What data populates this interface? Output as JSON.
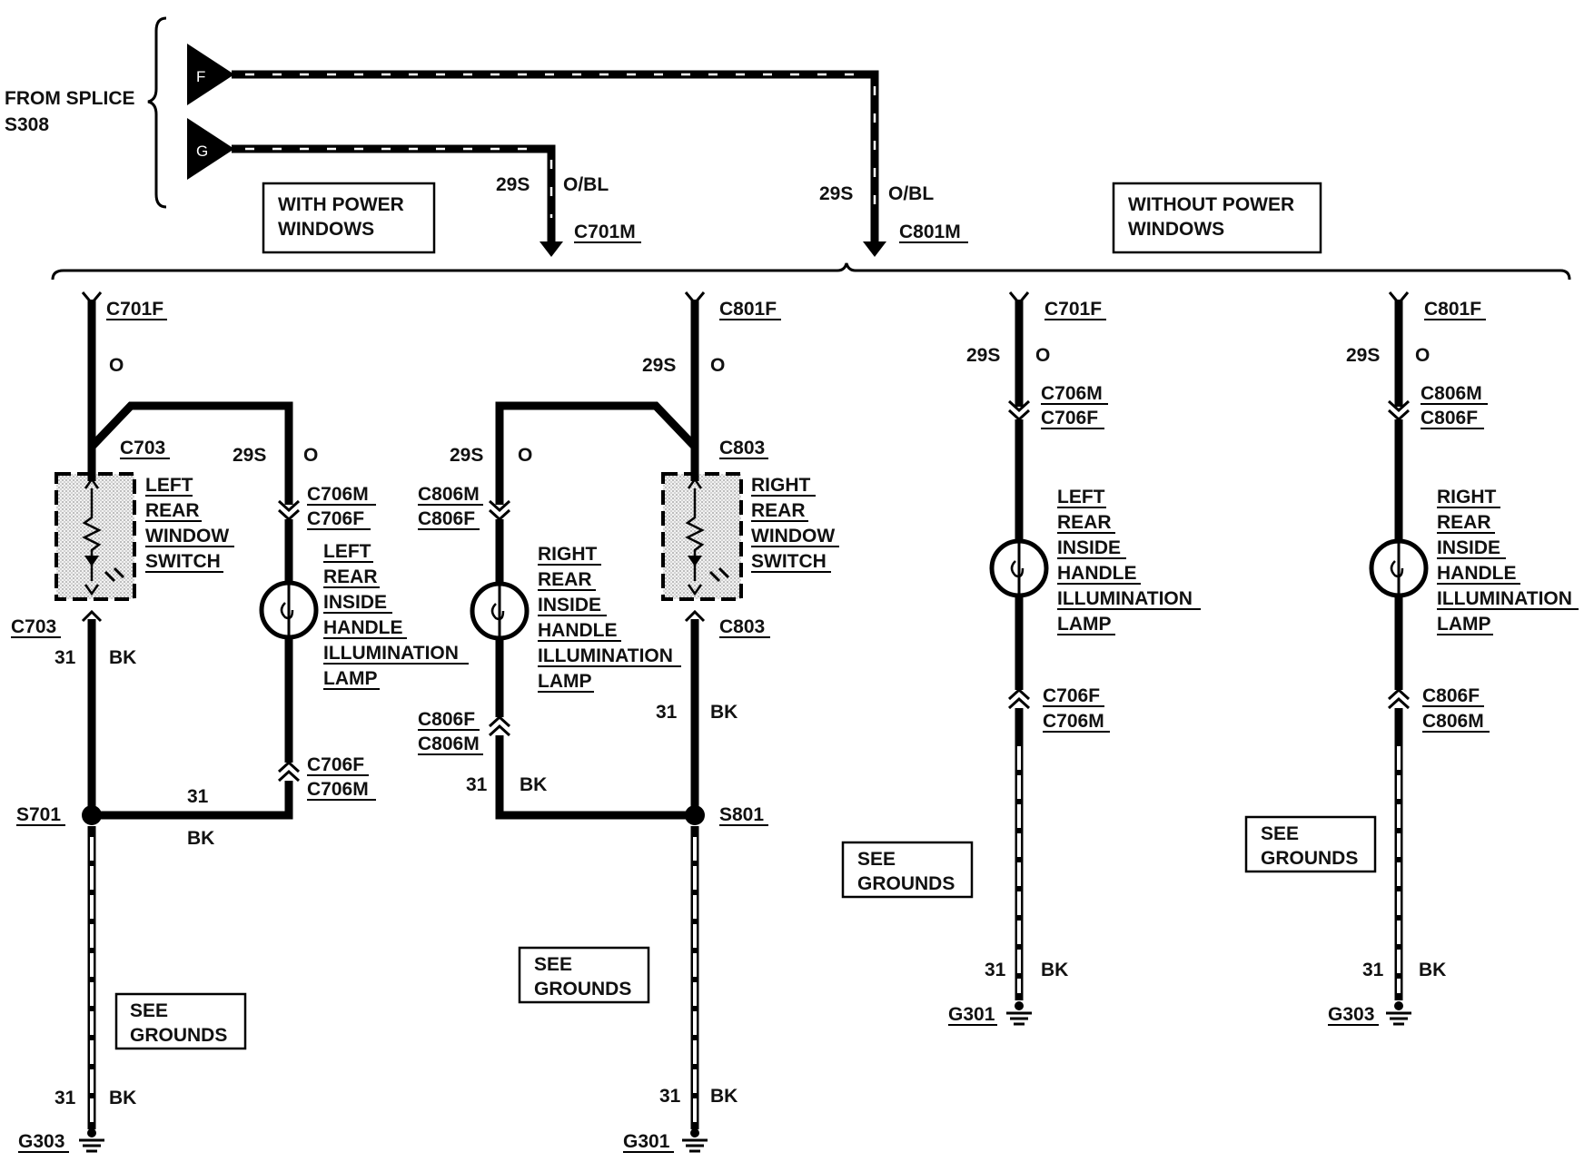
{
  "splice": {
    "line1": "FROM SPLICE",
    "line2": "S308",
    "pin_f": "F",
    "pin_g": "G"
  },
  "groups": {
    "with_power": [
      "WITH POWER",
      "WINDOWS"
    ],
    "without_power": [
      "WITHOUT POWER",
      "WINDOWS"
    ]
  },
  "feeds": {
    "g": {
      "circuit": "29S",
      "color": "O/BL",
      "connector": "C701M"
    },
    "f": {
      "circuit": "29S",
      "color": "O/BL",
      "connector": "C801M"
    }
  },
  "col1": {
    "top_connector": "C701F",
    "top_color": "O",
    "switch_connector": "C703",
    "switch_label": [
      "LEFT",
      "REAR",
      "WINDOW",
      "SWITCH"
    ],
    "branch_circuit": "29S",
    "branch_color": "O",
    "lamp_conn_top": [
      "C706M",
      "C706F"
    ],
    "lamp_label": [
      "LEFT",
      "REAR",
      "INSIDE",
      "HANDLE",
      "ILLUMINATION",
      "LAMP"
    ],
    "lamp_conn_bottom": [
      "C706F",
      "C706M"
    ],
    "switch_out_connector": "C703",
    "out_circuit": "31",
    "out_color": "BK",
    "link_circuit": "31",
    "link_color": "BK",
    "splice": "S701",
    "see_grounds": [
      "SEE",
      "GROUNDS"
    ],
    "ground_circuit": "31",
    "ground_color": "BK",
    "ground": "G303"
  },
  "col2": {
    "top_connector": "C801F",
    "top_circuit": "29S",
    "top_color": "O",
    "switch_connector": "C803",
    "switch_label": [
      "RIGHT",
      "REAR",
      "WINDOW",
      "SWITCH"
    ],
    "branch_circuit": "29S",
    "branch_color": "O",
    "lamp_conn_top": [
      "C806M",
      "C806F"
    ],
    "lamp_label": [
      "RIGHT",
      "REAR",
      "INSIDE",
      "HANDLE",
      "ILLUMINATION",
      "LAMP"
    ],
    "lamp_conn_bottom": [
      "C806F",
      "C806M"
    ],
    "switch_out_connector": "C803",
    "out_circuit": "31",
    "out_color": "BK",
    "link_circuit": "31",
    "link_color": "BK",
    "splice": "S801",
    "see_grounds": [
      "SEE",
      "GROUNDS"
    ],
    "ground_circuit": "31",
    "ground_color": "BK",
    "ground": "G301"
  },
  "col3": {
    "top_connector": "C701F",
    "top_circuit": "29S",
    "top_color": "O",
    "lamp_conn_top": [
      "C706M",
      "C706F"
    ],
    "lamp_label": [
      "LEFT",
      "REAR",
      "INSIDE",
      "HANDLE",
      "ILLUMINATION",
      "LAMP"
    ],
    "lamp_conn_bottom": [
      "C706F",
      "C706M"
    ],
    "see_grounds": [
      "SEE",
      "GROUNDS"
    ],
    "ground_circuit": "31",
    "ground_color": "BK",
    "ground": "G301"
  },
  "col4": {
    "top_connector": "C801F",
    "top_circuit": "29S",
    "top_color": "O",
    "lamp_conn_top": [
      "C806M",
      "C806F"
    ],
    "lamp_label": [
      "RIGHT",
      "REAR",
      "INSIDE",
      "HANDLE",
      "ILLUMINATION",
      "LAMP"
    ],
    "lamp_conn_bottom": [
      "C806F",
      "C806M"
    ],
    "see_grounds": [
      "SEE",
      "GROUNDS"
    ],
    "ground_circuit": "31",
    "ground_color": "BK",
    "ground": "G303"
  }
}
